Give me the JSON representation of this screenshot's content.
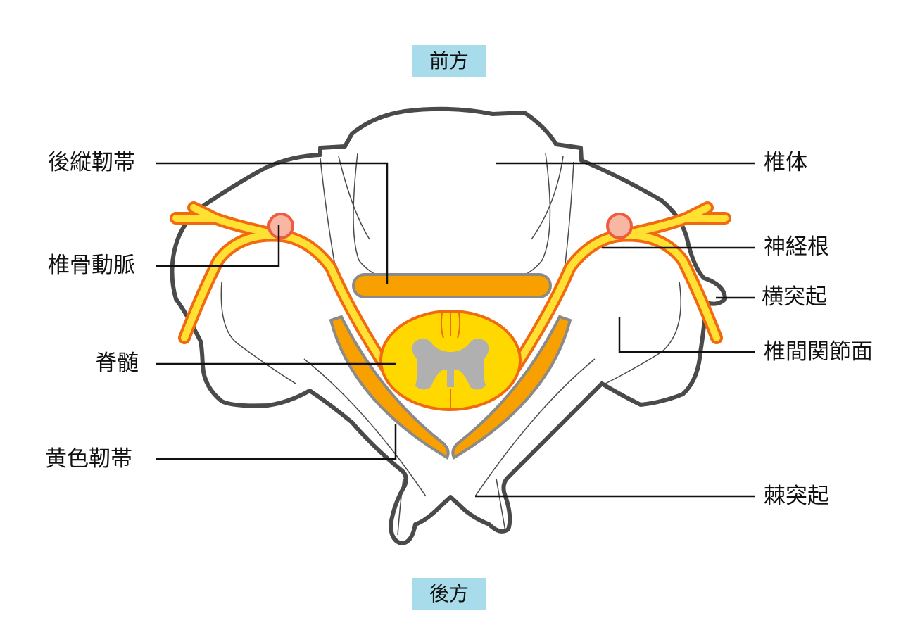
{
  "directions": {
    "anterior": "前方",
    "posterior": "後方"
  },
  "labels": {
    "posterior_longitudinal_ligament": "後縦靭帯",
    "vertebral_artery": "椎骨動脈",
    "spinal_cord": "脊髄",
    "ligamentum_flavum": "黄色靭帯",
    "vertebral_body": "椎体",
    "nerve_root": "神経根",
    "transverse_process": "横突起",
    "facet_joint": "椎間関節面",
    "spinous_process": "棘突起"
  },
  "colors": {
    "bone_outline": "#4a4a4a",
    "nerve_fill": "#ffe033",
    "nerve_outline": "#f26a10",
    "ligament": "#f7a000",
    "artery": "#f7b7a3",
    "gray_matter": "#b0b0b0",
    "direction_box": "#a8dcea"
  }
}
